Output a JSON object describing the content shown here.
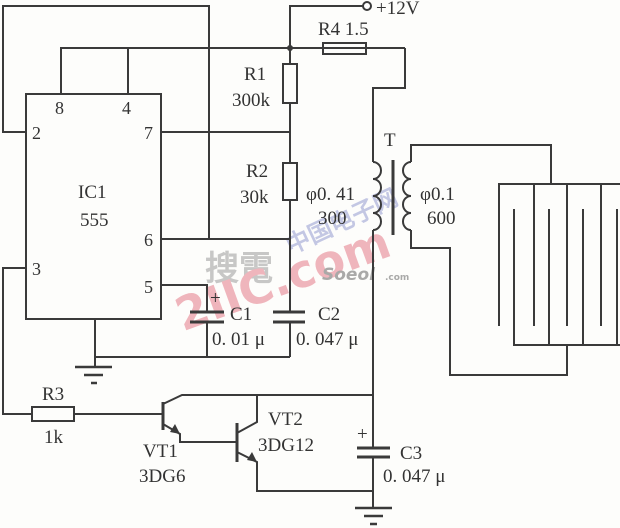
{
  "supply": {
    "label": "+12V"
  },
  "ic": {
    "name": "IC1",
    "type": "555",
    "pins": {
      "p8": "8",
      "p4": "4",
      "p2": "2",
      "p7": "7",
      "p6": "6",
      "p5": "5",
      "p3": "3"
    }
  },
  "resistors": {
    "r1": {
      "name": "R1",
      "value": "300k"
    },
    "r2": {
      "name": "R2",
      "value": "30k"
    },
    "r3": {
      "name": "R3",
      "value": "1k"
    },
    "r4": {
      "label": "R4  1.5"
    }
  },
  "capacitors": {
    "c1": {
      "name": "C1",
      "value": "0. 01 μ",
      "polarity": "+"
    },
    "c2": {
      "name": "C2",
      "value": "0. 047 μ"
    },
    "c3": {
      "name": "C3",
      "value": "0. 047 μ",
      "polarity": "+"
    }
  },
  "transformer": {
    "name": "T",
    "primary": {
      "wire": "φ0. 41",
      "turns": "300"
    },
    "secondary": {
      "wire": "φ0.1",
      "turns": "600"
    }
  },
  "transistors": {
    "vt1": {
      "name": "VT1",
      "type": "3DG6"
    },
    "vt2": {
      "name": "VT2",
      "type": "3DG12"
    }
  },
  "watermark": {
    "text1": "搜電",
    "text2": "2IIC.com",
    "text3": "中国电子网",
    "text4": "Soeol",
    "text5": ".com"
  }
}
